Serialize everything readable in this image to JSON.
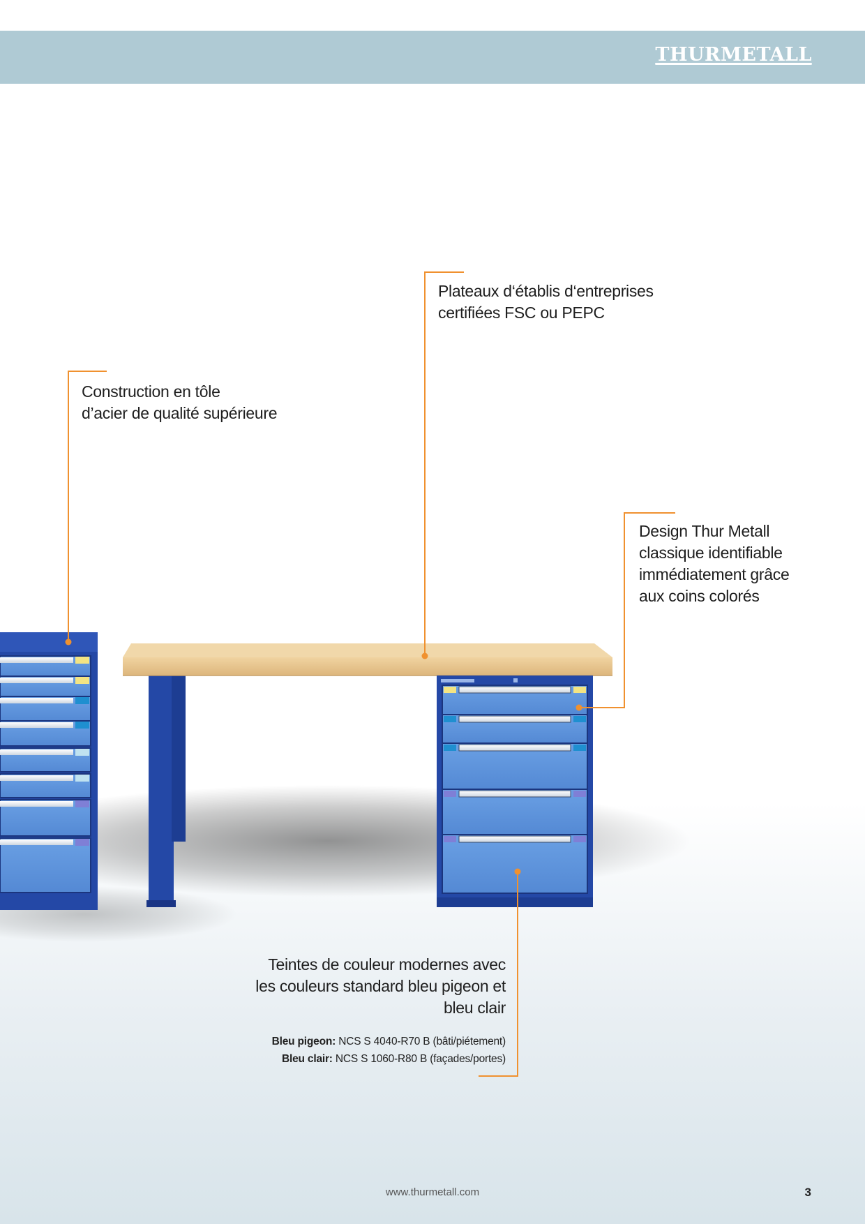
{
  "header": {
    "brand": "THURMETALL"
  },
  "callouts": {
    "construction": [
      "Construction en tôle",
      "d’acier de qualité supérieure"
    ],
    "worktop": [
      "Plateaux d‘établis d‘entreprises",
      "certifiées FSC ou PEPC"
    ],
    "design": [
      "Design Thur Metall",
      "classique identifiable",
      "immédiatement grâce",
      "aux coins colorés"
    ],
    "colours": [
      "Teintes de couleur modernes avec",
      "les couleurs standard bleu pigeon et",
      "bleu clair"
    ]
  },
  "specs": {
    "pigeon_label": "Bleu pigeon:",
    "pigeon_value": "NCS S 4040-R70 B (bâti/piétement)",
    "clair_label": "Bleu clair:",
    "clair_value": "NCS S 1060-R80 B (façades/portes)"
  },
  "footer": {
    "url": "www.thurmetall.com",
    "page": "3"
  },
  "colors": {
    "accent_orange": "#f0912f",
    "header_band": "#afcad4",
    "frame_blue": "#2448a6",
    "front_blue": "#5f95dc",
    "worktop_wood": "#e4c08a"
  }
}
